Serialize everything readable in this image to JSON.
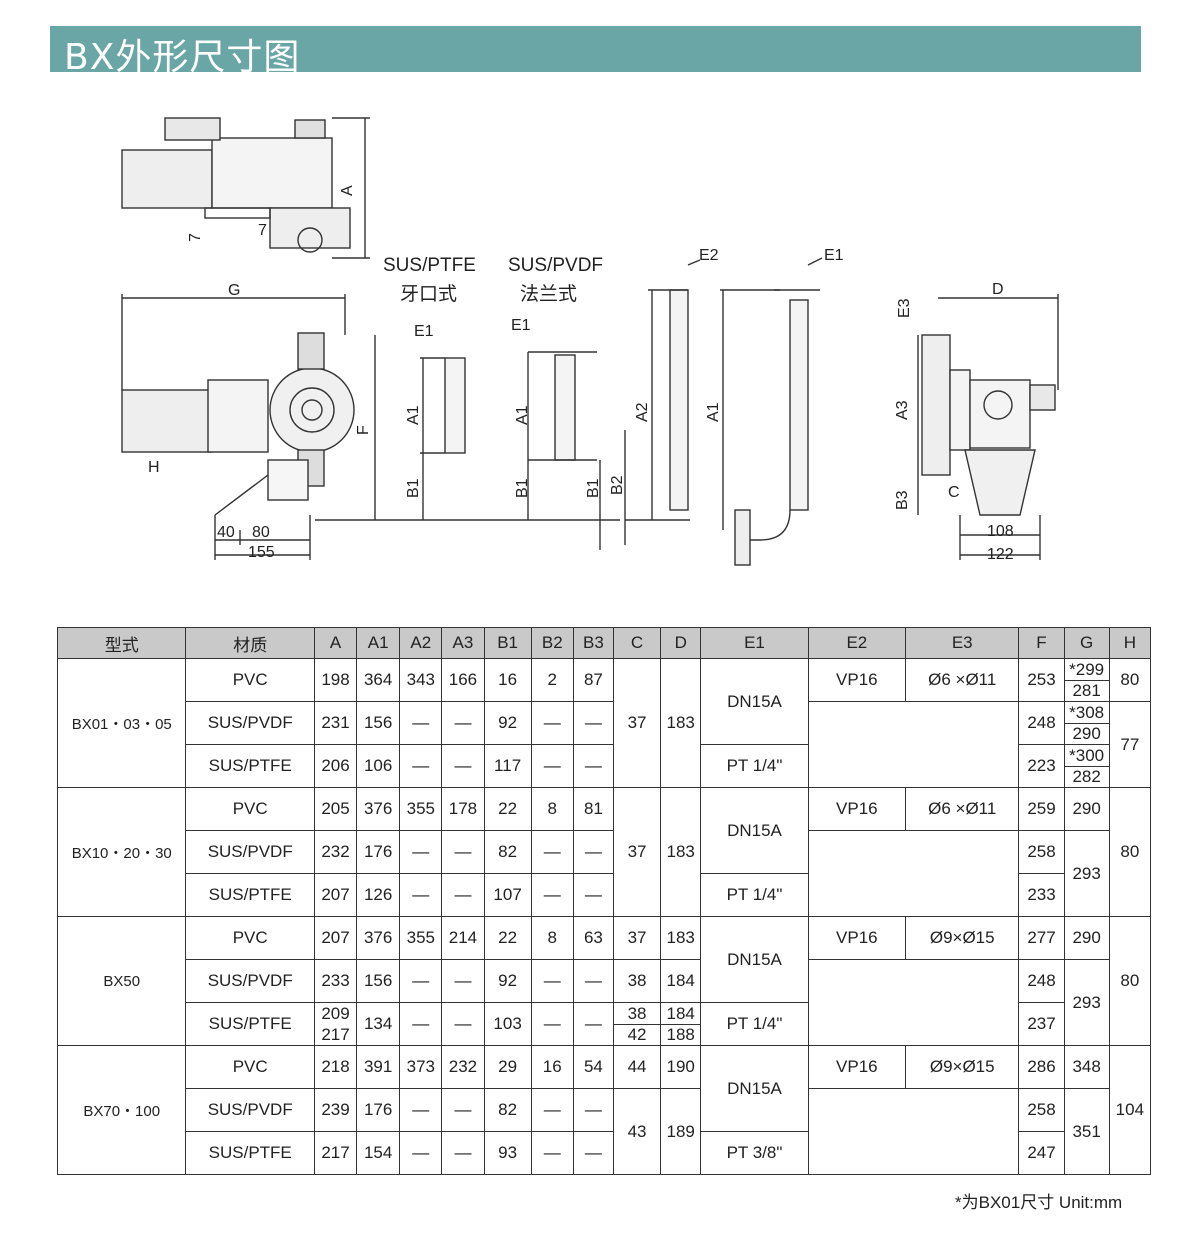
{
  "header": {
    "title": "BX外形尺寸图"
  },
  "drawing": {
    "labels": {
      "A": "A",
      "A1": "A1",
      "A2": "A2",
      "A3": "A3",
      "B1": "B1",
      "B2": "B2",
      "B3": "B3",
      "C": "C",
      "D": "D",
      "E1": "E1",
      "E2": "E2",
      "E3": "E3",
      "F": "F",
      "G": "G",
      "H": "H",
      "seven": "7",
      "d40": "40",
      "d80": "80",
      "d155": "155",
      "d108": "108",
      "d122": "122"
    },
    "type_thread_material": "SUS/PTFE",
    "type_thread_name": "牙口式",
    "type_flange_material": "SUS/PVDF",
    "type_flange_name": "法兰式"
  },
  "table": {
    "headers": [
      "型式",
      "材质",
      "A",
      "A1",
      "A2",
      "A3",
      "B1",
      "B2",
      "B3",
      "C",
      "D",
      "E1",
      "E2",
      "E3",
      "F",
      "G",
      "H"
    ],
    "dash": "—",
    "groups": [
      {
        "model": "BX01・03・05",
        "rows": [
          {
            "mat": "PVC",
            "A": "198",
            "A1": "364",
            "A2": "343",
            "A3": "166",
            "B1": "16",
            "B2": "2",
            "B3": "87",
            "F": "253",
            "G1": "*299",
            "G2": "281"
          },
          {
            "mat": "SUS/PVDF",
            "A": "231",
            "A1": "156",
            "B1": "92",
            "F": "248",
            "G1": "*308",
            "G2": "290"
          },
          {
            "mat": "SUS/PTFE",
            "A": "206",
            "A1": "106",
            "B1": "117",
            "F": "223",
            "G1": "*300",
            "G2": "282"
          }
        ],
        "C": "37",
        "D": "183",
        "E1_top": "DN15A",
        "E1_bot": "PT 1/4\"",
        "E2": "VP16",
        "E3": "Ø6 ×Ø11",
        "H1": "80",
        "H2": "77"
      },
      {
        "model": "BX10・20・30",
        "rows": [
          {
            "mat": "PVC",
            "A": "205",
            "A1": "376",
            "A2": "355",
            "A3": "178",
            "B1": "22",
            "B2": "8",
            "B3": "81",
            "F": "259",
            "G": "290"
          },
          {
            "mat": "SUS/PVDF",
            "A": "232",
            "A1": "176",
            "B1": "82",
            "F": "258"
          },
          {
            "mat": "SUS/PTFE",
            "A": "207",
            "A1": "126",
            "B1": "107",
            "F": "233"
          }
        ],
        "C": "37",
        "D": "183",
        "E1_top": "DN15A",
        "E1_bot": "PT 1/4\"",
        "E2": "VP16",
        "E3": "Ø6 ×Ø11",
        "G_merged": "293",
        "H": "80"
      },
      {
        "model": "BX50",
        "rows": [
          {
            "mat": "PVC",
            "A": "207",
            "A1": "376",
            "A2": "355",
            "A3": "214",
            "B1": "22",
            "B2": "8",
            "B3": "63",
            "C": "37",
            "D": "183",
            "F": "277",
            "G": "290"
          },
          {
            "mat": "SUS/PVDF",
            "A": "233",
            "A1": "156",
            "B1": "92",
            "C": "38",
            "D": "184",
            "F": "248"
          },
          {
            "mat": "SUS/PTFE",
            "A1_": "209",
            "A2_": "217",
            "A1": "134",
            "B1": "103",
            "C1": "38",
            "C2": "42",
            "D1": "184",
            "D2": "188",
            "F": "237"
          }
        ],
        "E1_top": "DN15A",
        "E1_bot": "PT 1/4\"",
        "E2": "VP16",
        "E3": "Ø9×Ø15",
        "G_merged": "293",
        "H": "80"
      },
      {
        "model": "BX70・100",
        "rows": [
          {
            "mat": "PVC",
            "A": "218",
            "A1": "391",
            "A2": "373",
            "A3": "232",
            "B1": "29",
            "B2": "16",
            "B3": "54",
            "C": "44",
            "D": "190",
            "F": "286",
            "G": "348"
          },
          {
            "mat": "SUS/PVDF",
            "A": "239",
            "A1": "176",
            "B1": "82",
            "F": "258"
          },
          {
            "mat": "SUS/PTFE",
            "A": "217",
            "A1": "154",
            "B1": "93",
            "F": "247"
          }
        ],
        "C_merged": "43",
        "D_merged": "189",
        "E1_top": "DN15A",
        "E1_bot": "PT 3/8\"",
        "E2": "VP16",
        "E3": "Ø9×Ø15",
        "G_merged": "351",
        "H": "104"
      }
    ]
  },
  "footnote": "*为BX01尺寸    Unit:mm"
}
